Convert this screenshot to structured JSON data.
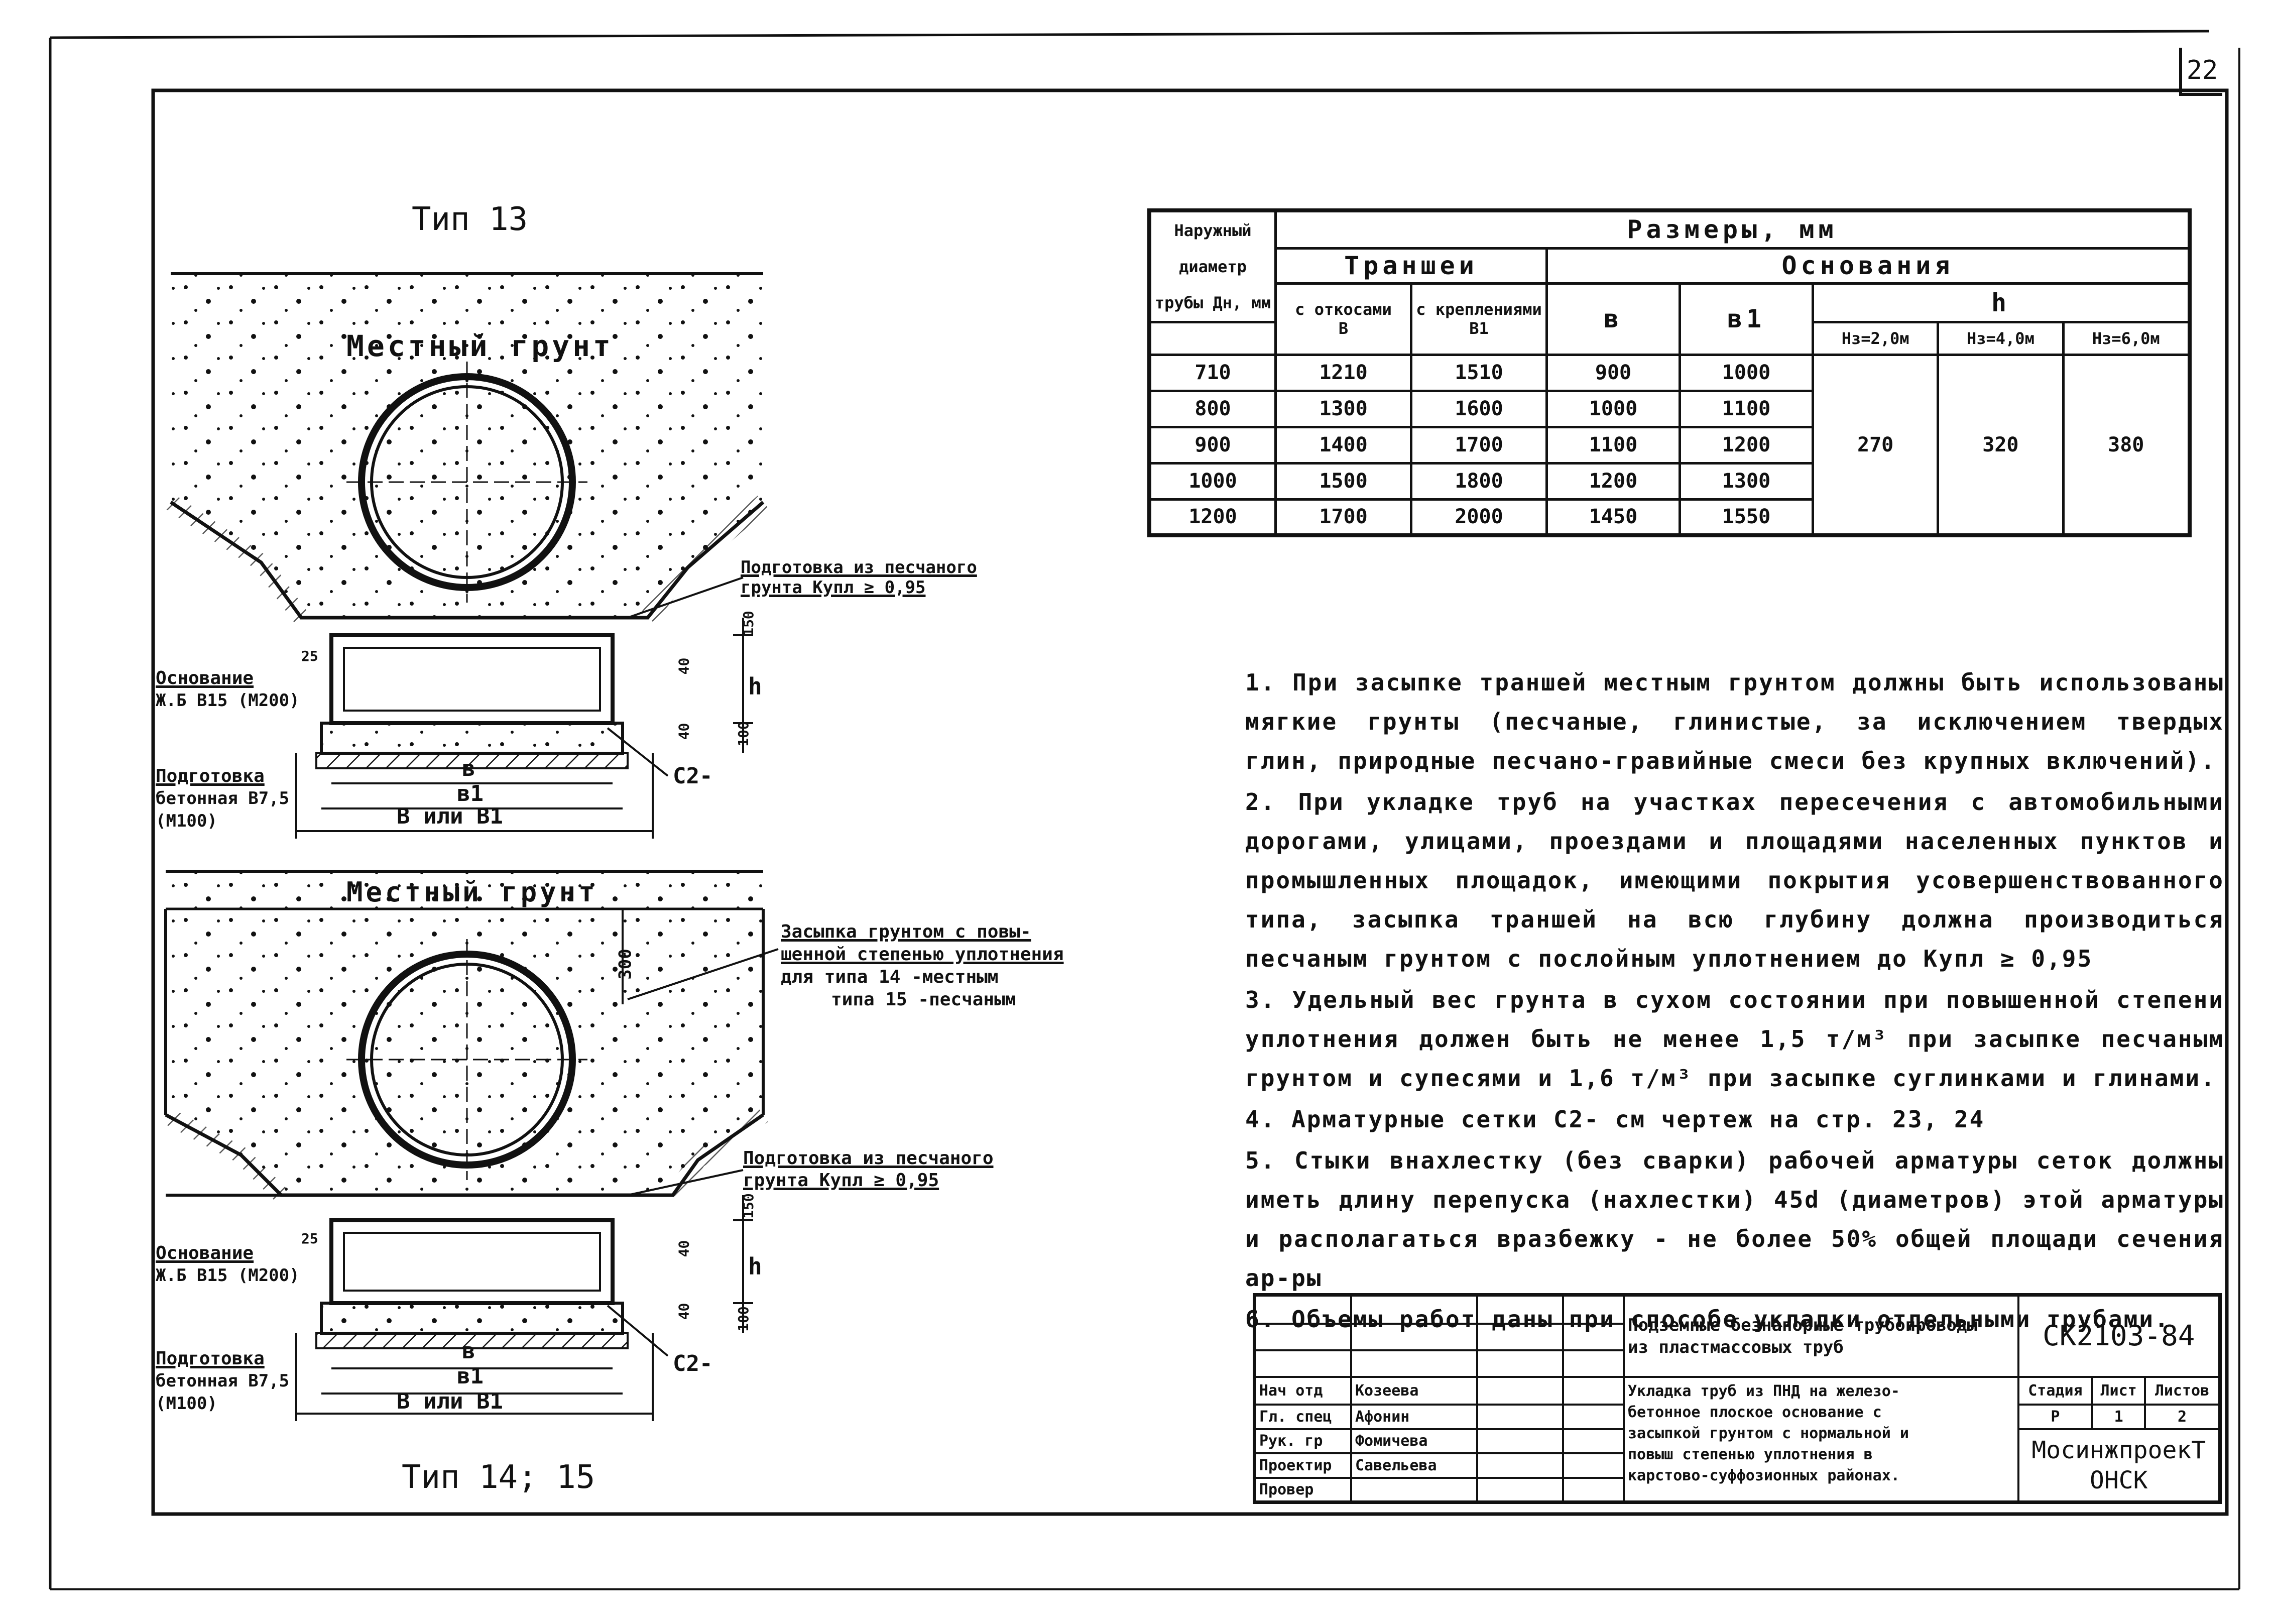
{
  "page_number": "22",
  "top_view": {
    "title": "Тип 13",
    "soil_label": "Местный грунт",
    "sand_bedding_label": "Подготовка из песчаного грунта Купл ≥ 0,95",
    "base_label_1": "Основание",
    "base_label_2": "Ж.Б В15 (М200)",
    "prep_label_1": "Подготовка",
    "prep_label_2": "бетонная В7,5",
    "prep_label_3": "(М100)",
    "mesh_label": "С2-",
    "dim_25": "25",
    "dim_150": "150",
    "dim_40a": "40",
    "dim_40b": "40",
    "dim_100": "100",
    "dim_h": "h",
    "dim_b": "в",
    "dim_b1": "в1",
    "dim_B": "В или В1"
  },
  "bottom_view": {
    "title": "Тип 14; 15",
    "soil_label": "Местный грунт",
    "dim_300": "300",
    "backfill_label_1": "Засыпка грунтом с повы-",
    "backfill_label_2": "шенной степенью уплотнения",
    "backfill_label_3": "для типа 14 -местным",
    "backfill_label_4": "типа 15 -песчаным",
    "sand_bedding_label": "Подготовка из песчаного грунта Купл ≥ 0,95",
    "base_label_1": "Основание",
    "base_label_2": "Ж.Б В15 (М200)",
    "prep_label_1": "Подготовка",
    "prep_label_2": "бетонная В7,5",
    "prep_label_3": "(М100)",
    "mesh_label": "С2-",
    "dim_25": "25",
    "dim_150": "150",
    "dim_40a": "40",
    "dim_40b": "40",
    "dim_100": "100",
    "dim_h": "h",
    "dim_b": "в",
    "dim_b1": "в1",
    "dim_B": "В или В1"
  },
  "table": {
    "col_diameter": "Наружный диаметр трубы Дн, мм",
    "sizes_header": "Размеры, мм",
    "trench_header": "Траншеи",
    "base_header": "Основания",
    "slopes_header": "с откосами",
    "slopes_sym": "В",
    "fixings_header": "с креплениями",
    "fixings_sym": "В1",
    "b_header": "в",
    "b1_header": "в1",
    "h_header": "h",
    "h1": "Нз=2,0м",
    "h2": "Нз=4,0м",
    "h3": "Нз=6,0м",
    "rows": [
      {
        "d": "710",
        "B": "1210",
        "B1": "1510",
        "b": "900",
        "b1": "1000"
      },
      {
        "d": "800",
        "B": "1300",
        "B1": "1600",
        "b": "1000",
        "b1": "1100"
      },
      {
        "d": "900",
        "B": "1400",
        "B1": "1700",
        "b": "1100",
        "b1": "1200"
      },
      {
        "d": "1000",
        "B": "1500",
        "B1": "1800",
        "b": "1200",
        "b1": "1300"
      },
      {
        "d": "1200",
        "B": "1700",
        "B1": "2000",
        "b": "1450",
        "b1": "1550"
      }
    ],
    "h_values": [
      "270",
      "320",
      "380"
    ]
  },
  "notes": [
    "1. При засыпке траншей местным грунтом должны быть использованы мягкие грунты (песчаные, глинистые, за исключением твердых глин, природные песчано-гравийные смеси без крупных включений).",
    "2. При укладке труб на участках пересечения с автомобильными дорогами, улицами, проездами и площадями населенных пунктов и промышленных площадок, имеющими покрытия усовершенствованного типа, засыпка траншей на всю глубину должна производиться песчаным грунтом с послойным уплотнением до Купл ≥ 0,95",
    "3. Удельный вес грунта в сухом состоянии при повышенной степени уплотнения должен быть не менее 1,5 т/м³ при засыпке песчаным грунтом и супесями и 1,6 т/м³ при засыпке суглинками и глинами.",
    "4. Арматурные сетки С2- см чертеж на стр. 23, 24",
    "5. Стыки внахлестку (без сварки) рабочей арматуры сеток должны иметь длину перепуска (нахлестки) 45d (диаметров) этой арматуры и располагаться вразбежку - не более 50% общей площади сечения ар-ры",
    "6. Объемы работ даны при способе укладки отдельными трубами."
  ],
  "stamp": {
    "title_line_1": "Подземные безнапорные трубопроводы",
    "title_line_2": "из пластмассовых труб",
    "code": "СК2103-84",
    "desc_line_1": "Укладка труб из ПНД на железо-",
    "desc_line_2": "бетонное плоское основание с",
    "desc_line_3": "засыпкой грунтом с нормальной и",
    "desc_line_4": "повыш степенью уплотнения в",
    "desc_line_5": "карстово-суффозионных районах.",
    "stage_label": "Стадия",
    "sheet_label": "Лист",
    "sheets_label": "Листов",
    "stage": "Р",
    "sheet": "1",
    "sheets": "2",
    "org_1": "МосинжпроекТ",
    "org_2": "ОНСК",
    "roles": [
      {
        "role": "Нач отд",
        "name": "Козеева"
      },
      {
        "role": "Гл. спец",
        "name": "Афонин"
      },
      {
        "role": "Рук. гр",
        "name": "Фомичева"
      },
      {
        "role": "Проектир",
        "name": "Савельева"
      },
      {
        "role": "Провер",
        "name": ""
      }
    ]
  }
}
